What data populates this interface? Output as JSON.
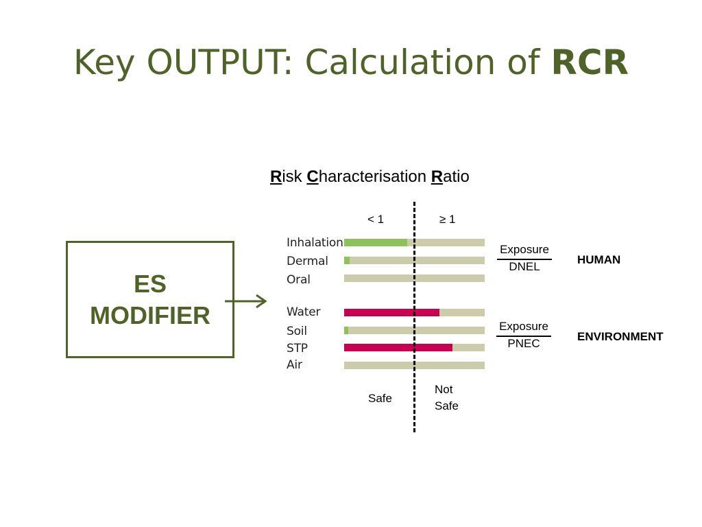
{
  "slide": {
    "title_prefix": "Key OUTPUT: Calculation of ",
    "title_bold": "RCR",
    "subtitle": {
      "r1": "R",
      "t1": "isk ",
      "c": "C",
      "t2": "haracterisation ",
      "r2": "R",
      "t3": "atio"
    }
  },
  "es_box": {
    "line1": "ES",
    "line2": "MODIFIER"
  },
  "columns": {
    "left": "< 1",
    "right": "≥ 1"
  },
  "rows": [
    {
      "label": "Inhalation",
      "rcr_fraction": 0.45,
      "status": "safe"
    },
    {
      "label": "Dermal",
      "rcr_fraction": 0.04,
      "status": "safe"
    },
    {
      "label": "Oral",
      "rcr_fraction": 0.0,
      "status": "safe"
    },
    {
      "label": "Water",
      "rcr_fraction": 0.68,
      "status": "not-safe"
    },
    {
      "label": "Soil",
      "rcr_fraction": 0.03,
      "status": "safe"
    },
    {
      "label": "STP",
      "rcr_fraction": 0.77,
      "status": "not-safe"
    },
    {
      "label": "Air",
      "rcr_fraction": 0.0,
      "status": "safe"
    }
  ],
  "ratios": {
    "human": {
      "numerator": "Exposure",
      "denominator": "DNEL",
      "category": "HUMAN"
    },
    "environment": {
      "numerator": "Exposure",
      "denominator": "PNEC",
      "category": "ENVIRONMENT"
    }
  },
  "zones": {
    "safe": "Safe",
    "not_safe_line1": "Not",
    "not_safe_line2": "Safe"
  },
  "colors": {
    "title": "#4f6228",
    "safe_fill": "#8dc15a",
    "not_safe_fill": "#c8004f",
    "track": "#ccccaa"
  }
}
